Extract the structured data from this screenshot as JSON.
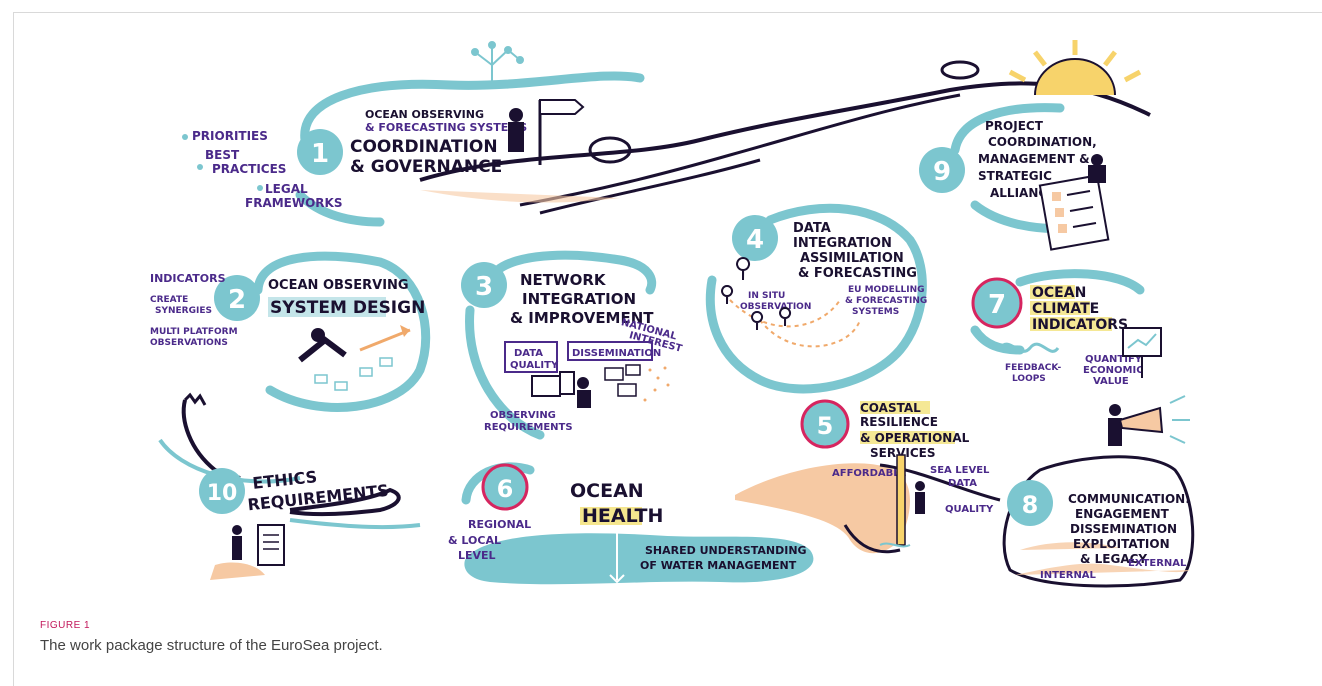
{
  "colors": {
    "teal": "#7cc6cf",
    "ink": "#1a1030",
    "purple": "#4b2a8a",
    "sand": "#f6c9a3",
    "magenta": "#d6255f",
    "sun": "#f7d36b",
    "highlight": "#f3e27a"
  },
  "wp1": {
    "number": "1",
    "sub1": "OCEAN OBSERVING",
    "sub2": "& FORECASTING SYSTEMS",
    "title1": "COORDINATION",
    "title2": "& GOVERNANCE",
    "items": [
      "PRIORITIES",
      "BEST",
      "PRACTICES",
      "LEGAL",
      "FRAMEWORKS"
    ]
  },
  "wp2": {
    "number": "2",
    "title1": "OCEAN OBSERVING",
    "title2": "SYSTEM DESIGN",
    "items": [
      "INDICATORS",
      "CREATE",
      "SYNERGIES",
      "MULTI PLATFORM",
      "OBSERVATIONS"
    ]
  },
  "wp3": {
    "number": "3",
    "title1": "NETWORK",
    "title2": "INTEGRATION",
    "title3": "& IMPROVEMENT",
    "items": [
      "DATA",
      "QUALITY",
      "DISSEMINATION",
      "NATIONAL",
      "INTEREST",
      "OBSERVING",
      "REQUIREMENTS"
    ]
  },
  "wp4": {
    "number": "4",
    "title1": "DATA",
    "title2": "INTEGRATION",
    "title3": "ASSIMILATION",
    "title4": "& FORECASTING",
    "items": [
      "IN SITU",
      "OBSERVATION",
      "EU MODELLING",
      "& FORECASTING",
      "SYSTEMS"
    ]
  },
  "wp5": {
    "number": "5",
    "title1": "COASTAL",
    "title2": "RESILIENCE",
    "title3": "& OPERATIONAL",
    "title4": "SERVICES",
    "items": [
      "AFFORDABLE",
      "SEA LEVEL",
      "DATA",
      "QUALITY"
    ]
  },
  "wp6": {
    "number": "6",
    "title1": "OCEAN",
    "title2": "HEALTH",
    "items": [
      "REGIONAL",
      "& LOCAL",
      "LEVEL",
      "SHARED UNDERSTANDING",
      "OF WATER MANAGEMENT"
    ]
  },
  "wp7": {
    "number": "7",
    "title1": "OCEAN",
    "title2": "CLIMATE",
    "title3": "INDICATORS",
    "items": [
      "FEEDBACK-",
      "LOOPS",
      "QUANTIFY",
      "ECONOMIC",
      "VALUE"
    ]
  },
  "wp8": {
    "number": "8",
    "title1": "COMMUNICATION:",
    "title2": "ENGAGEMENT",
    "title3": "DISSEMINATION",
    "title4": "EXPLOITATION",
    "title5": "& LEGACY",
    "items": [
      "INTERNAL",
      "EXTERNAL"
    ]
  },
  "wp9": {
    "number": "9",
    "title1": "PROJECT",
    "title2": "COORDINATION,",
    "title3": "MANAGEMENT &",
    "title4": "STRATEGIC",
    "title5": "ALLIANCE"
  },
  "wp10": {
    "number": "10",
    "title1": "ETHICS",
    "title2": "REQUIREMENTS"
  },
  "caption": {
    "label": "FIGURE 1",
    "text": "The work package structure of the EuroSea project."
  }
}
